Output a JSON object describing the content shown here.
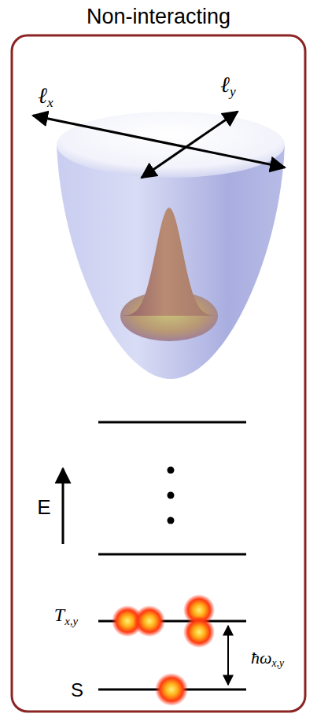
{
  "diagram": {
    "title": "Non-interacting",
    "labels": [
      "ℓx",
      "ℓy",
      "E",
      "Tx,y",
      "S",
      "ħωx,y"
    ]
  }
}
